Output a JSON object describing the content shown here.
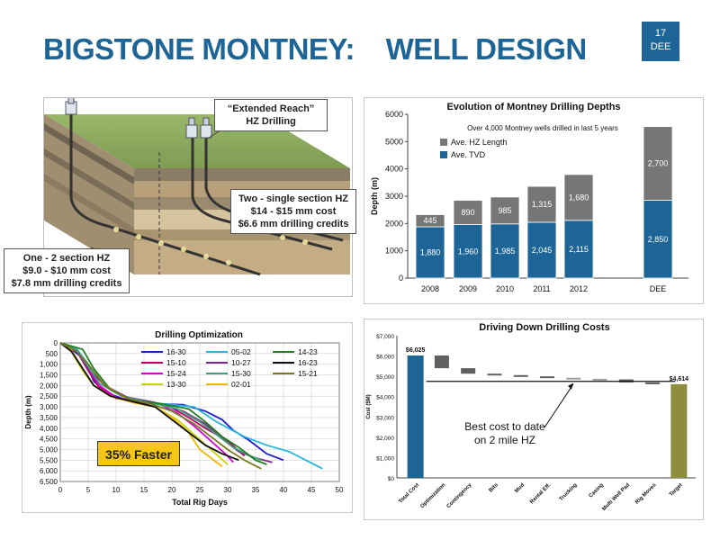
{
  "slide": {
    "title": "BIGSTONE MONTNEY:    WELL DESIGN",
    "page_number": "17",
    "page_tag": "DEE"
  },
  "diagram": {
    "callout_extended": [
      "“Extended Reach”",
      "HZ Drilling"
    ],
    "callout_two": [
      "Two  - single section HZ",
      "$14 - $15 mm cost",
      "$6.6 mm drilling credits"
    ],
    "callout_one": [
      "One - 2 section HZ",
      "$9.0 - $10 mm cost",
      "$7.8 mm drilling credits"
    ]
  },
  "optimization_note": "35% Faster",
  "costs_note": [
    "Best cost to date",
    "on 2 mile HZ"
  ],
  "chart_data": [
    {
      "type": "bar",
      "stacked": true,
      "title": "Evolution of Montney Drilling Depths",
      "subtitle": "Over 4,000 Montney wells drilled in last 5 years",
      "xlabel": "",
      "ylabel": "Depth (m)",
      "ylim": [
        0,
        6000
      ],
      "yticks": [
        "0",
        "1000",
        "2000",
        "3000",
        "4000",
        "5000",
        "6000"
      ],
      "categories": [
        "2008",
        "2009",
        "2010",
        "2011",
        "2012",
        "DEE"
      ],
      "series": [
        {
          "name": "Ave. TVD",
          "color": "#1d6596",
          "values": [
            1880,
            1960,
            1985,
            2045,
            2115,
            2850
          ],
          "labels": [
            "1,880",
            "1,960",
            "1,985",
            "2,045",
            "2,115",
            "2,850"
          ]
        },
        {
          "name": "Ave. HZ Length",
          "color": "#767676",
          "values": [
            445,
            890,
            985,
            1315,
            1680,
            2700
          ],
          "labels": [
            "445",
            "890",
            "985",
            "1,315",
            "1,680",
            "2,700"
          ]
        }
      ],
      "legend": "top-left",
      "grid": false
    },
    {
      "type": "line",
      "title": "Drilling Optimization",
      "xlabel": "Total Rig Days",
      "ylabel": "Depth (m)",
      "xlim": [
        0,
        50
      ],
      "ylim": [
        0,
        6500
      ],
      "y_inverted": true,
      "xticks": [
        "0",
        "5",
        "10",
        "15",
        "20",
        "25",
        "30",
        "35",
        "40",
        "45",
        "50"
      ],
      "yticks": [
        "0",
        "500",
        "1,000",
        "1,500",
        "2,000",
        "2,500",
        "3,000",
        "3,500",
        "4,000",
        "4,500",
        "5,000",
        "5,500",
        "6,000",
        "6,500"
      ],
      "legend": "top-right",
      "grid": true,
      "series": [
        {
          "name": "16-30",
          "color": "#1f1fcf",
          "points": [
            [
              0,
              0
            ],
            [
              2,
              300
            ],
            [
              4,
              700
            ],
            [
              5,
              1200
            ],
            [
              6,
              1800
            ],
            [
              8,
              2300
            ],
            [
              12,
              2700
            ],
            [
              16,
              2850
            ],
            [
              22,
              2900
            ],
            [
              26,
              3200
            ],
            [
              29,
              3600
            ],
            [
              31,
              4100
            ],
            [
              34,
              4600
            ],
            [
              37,
              5200
            ],
            [
              40,
              5500
            ]
          ]
        },
        {
          "name": "15-10",
          "color": "#c00060",
          "points": [
            [
              0,
              0
            ],
            [
              3,
              400
            ],
            [
              5,
              1300
            ],
            [
              7,
              2100
            ],
            [
              10,
              2600
            ],
            [
              15,
              2800
            ],
            [
              19,
              2900
            ],
            [
              23,
              3500
            ],
            [
              26,
              4000
            ],
            [
              30,
              4600
            ],
            [
              33,
              5300
            ]
          ]
        },
        {
          "name": "15-24",
          "color": "#d400d4",
          "points": [
            [
              0,
              0
            ],
            [
              3,
              350
            ],
            [
              5,
              1200
            ],
            [
              7,
              2000
            ],
            [
              10,
              2550
            ],
            [
              14,
              2750
            ],
            [
              18,
              2900
            ],
            [
              21,
              3300
            ],
            [
              24,
              3900
            ],
            [
              27,
              4600
            ],
            [
              30,
              5300
            ],
            [
              31,
              5600
            ]
          ]
        },
        {
          "name": "13-30",
          "color": "#c8d400",
          "points": [
            [
              0,
              0
            ],
            [
              2,
              400
            ],
            [
              4,
              1300
            ],
            [
              6,
              2000
            ],
            [
              9,
              2500
            ],
            [
              13,
              2800
            ],
            [
              17,
              3000
            ],
            [
              21,
              3600
            ],
            [
              24,
              4300
            ],
            [
              27,
              5000
            ],
            [
              30,
              5700
            ]
          ]
        },
        {
          "name": "05-02",
          "color": "#22b6e0",
          "points": [
            [
              0,
              0
            ],
            [
              3,
              300
            ],
            [
              5,
              1000
            ],
            [
              8,
              2000
            ],
            [
              12,
              2600
            ],
            [
              18,
              2850
            ],
            [
              24,
              3000
            ],
            [
              28,
              3700
            ],
            [
              33,
              4400
            ],
            [
              37,
              4800
            ],
            [
              41,
              5100
            ],
            [
              44,
              5500
            ],
            [
              47,
              5900
            ]
          ]
        },
        {
          "name": "10-27",
          "color": "#7a2a8a",
          "points": [
            [
              0,
              0
            ],
            [
              3,
              400
            ],
            [
              5,
              1200
            ],
            [
              8,
              2000
            ],
            [
              12,
              2550
            ],
            [
              17,
              2800
            ],
            [
              22,
              3200
            ],
            [
              26,
              3800
            ],
            [
              29,
              4500
            ],
            [
              32,
              5100
            ],
            [
              35,
              5400
            ],
            [
              38,
              5600
            ]
          ]
        },
        {
          "name": "15-30",
          "color": "#40a080",
          "points": [
            [
              0,
              0
            ],
            [
              3,
              350
            ],
            [
              5,
              1100
            ],
            [
              7,
              1900
            ],
            [
              11,
              2500
            ],
            [
              16,
              2800
            ],
            [
              21,
              3100
            ],
            [
              25,
              3700
            ],
            [
              28,
              4300
            ],
            [
              31,
              4900
            ],
            [
              34,
              5300
            ],
            [
              36,
              5500
            ]
          ]
        },
        {
          "name": "02-01",
          "color": "#f0b800",
          "points": [
            [
              0,
              0
            ],
            [
              2,
              350
            ],
            [
              4,
              1200
            ],
            [
              6,
              2000
            ],
            [
              9,
              2500
            ],
            [
              13,
              2800
            ],
            [
              17,
              3000
            ],
            [
              20,
              3500
            ],
            [
              23,
              4200
            ],
            [
              25,
              5000
            ],
            [
              27,
              5400
            ],
            [
              29,
              5800
            ]
          ]
        },
        {
          "name": "14-23",
          "color": "#208020",
          "points": [
            [
              0,
              0
            ],
            [
              4,
              300
            ],
            [
              6,
              1200
            ],
            [
              9,
              2200
            ],
            [
              13,
              2700
            ],
            [
              18,
              2850
            ],
            [
              23,
              3100
            ],
            [
              26,
              3700
            ],
            [
              29,
              4400
            ],
            [
              32,
              4900
            ],
            [
              35,
              5500
            ],
            [
              37,
              5700
            ]
          ]
        },
        {
          "name": "16-23",
          "color": "#101010",
          "points": [
            [
              0,
              0
            ],
            [
              2,
              400
            ],
            [
              4,
              1200
            ],
            [
              6,
              2000
            ],
            [
              9,
              2500
            ],
            [
              13,
              2750
            ],
            [
              17,
              3000
            ],
            [
              20,
              3600
            ],
            [
              23,
              4200
            ],
            [
              26,
              4800
            ],
            [
              29,
              5200
            ],
            [
              32,
              5500
            ]
          ]
        },
        {
          "name": "15-21",
          "color": "#7a7a20",
          "points": [
            [
              0,
              0
            ],
            [
              3,
              400
            ],
            [
              5,
              1000
            ],
            [
              8,
              2000
            ],
            [
              12,
              2600
            ],
            [
              16,
              2850
            ],
            [
              20,
              3200
            ],
            [
              24,
              3800
            ],
            [
              27,
              4400
            ],
            [
              30,
              5000
            ],
            [
              33,
              5500
            ],
            [
              36,
              5900
            ]
          ]
        }
      ]
    },
    {
      "type": "bar",
      "waterfall": true,
      "title": "Driving Down Drilling Costs",
      "xlabel": "",
      "ylabel": "Cost ($M)",
      "ylim": [
        0,
        7000
      ],
      "yticks": [
        "$0",
        "$1,000",
        "$2,000",
        "$3,000",
        "$4,000",
        "$5,000",
        "$6,000",
        "$7,000"
      ],
      "categories": [
        "Total Cost",
        "Optimization",
        "Contingency",
        "Bits",
        "Mud",
        "Rental Eff.",
        "Trucking",
        "Casing",
        "Multi Well Pad",
        "Rig Moves",
        "Target"
      ],
      "steps": [
        {
          "label": "Total Cost",
          "from": 0,
          "to": 6025,
          "color": "#1d6596",
          "total": true
        },
        {
          "label": "Optimization",
          "from": 6025,
          "to": 5400,
          "color": "#606060"
        },
        {
          "label": "Contingency",
          "from": 5400,
          "to": 5130,
          "color": "#606060"
        },
        {
          "label": "Bits",
          "from": 5130,
          "to": 5060,
          "color": "#606060"
        },
        {
          "label": "Mud",
          "from": 5060,
          "to": 5000,
          "color": "#606060"
        },
        {
          "label": "Rental Eff.",
          "from": 5000,
          "to": 4930,
          "color": "#606060"
        },
        {
          "label": "Trucking",
          "from": 4930,
          "to": 4880,
          "color": "#a0a0a0"
        },
        {
          "label": "Casing",
          "from": 4880,
          "to": 4850,
          "color": "#a0a0a0"
        },
        {
          "label": "Multi Well Pad",
          "from": 4850,
          "to": 4700,
          "color": "#606060"
        },
        {
          "label": "Rig Moves",
          "from": 4700,
          "to": 4614,
          "color": "#606060"
        },
        {
          "label": "Target",
          "from": 0,
          "to": 4614,
          "color": "#8c8c3c",
          "total": true
        }
      ],
      "value_labels": [
        "$6,025",
        "$4,614"
      ],
      "reference_line": 4750,
      "grid": false
    }
  ]
}
